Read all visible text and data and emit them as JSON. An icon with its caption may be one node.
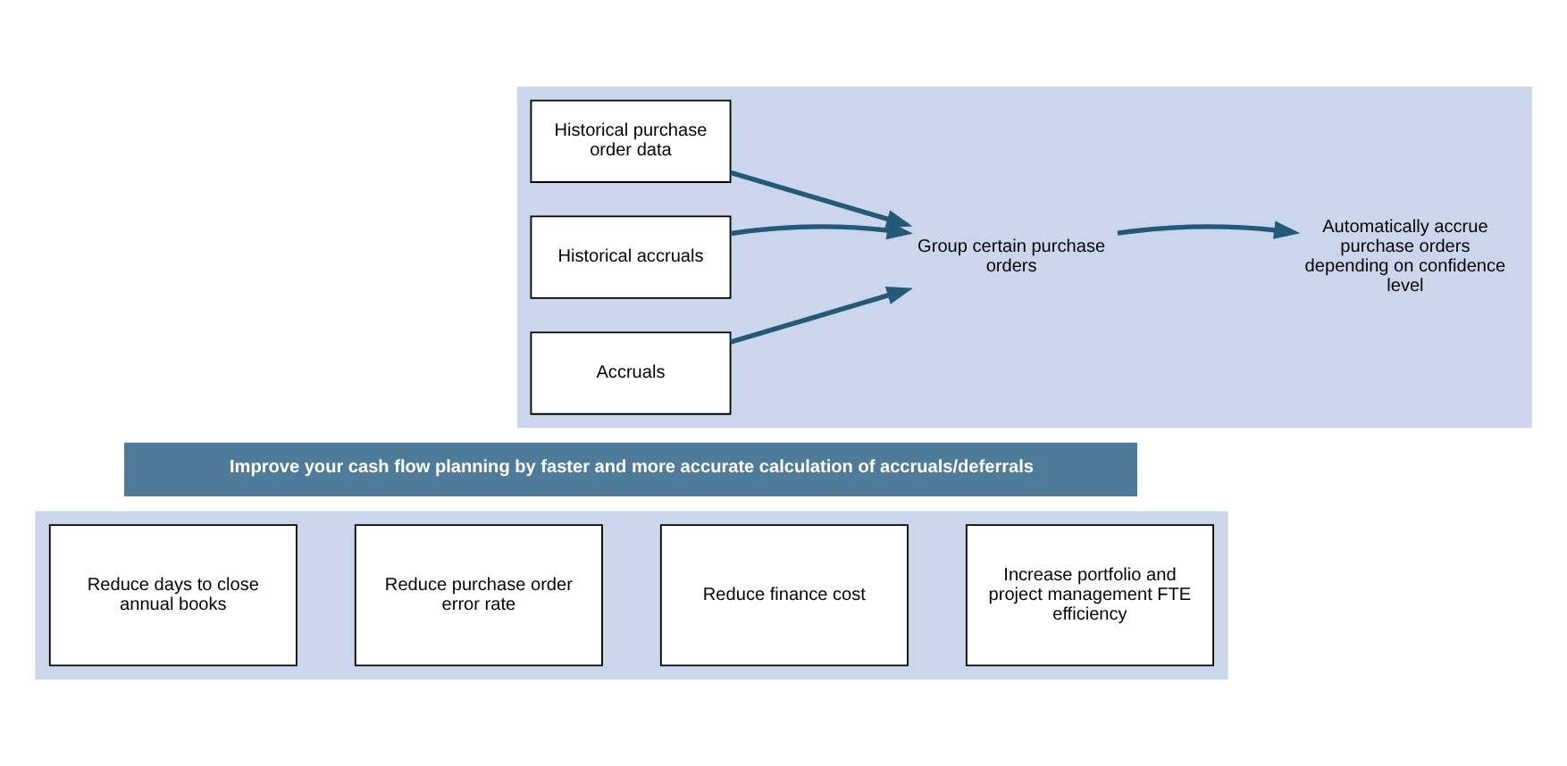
{
  "diagram": {
    "nodes": [
      {
        "text": [],
        "shape": "box"
      },
      {
        "text": [
          "Historical purchase order data"
        ],
        "in": 0
      },
      {
        "text": [
          "Historical accruals"
        ],
        "in": 0
      },
      {
        "text": [
          "Accruals"
        ],
        "in": 0
      },
      {
        "text": [
          "Group certain purchase orders"
        ],
        "in": 0
      },
      {
        "text": [
          "Automatically accrue purchase orders depending on confidence level"
        ],
        "in": 0
      },
      {
        "text": [
          "Improve your cash flow planning by faster and more accurate calculation of accruals/deferrals"
        ]
      },
      {
        "text": [],
        "shape": "box"
      },
      {
        "text": [
          "Reduce days to close annual books"
        ],
        "in": 7
      },
      {
        "text": [
          "Reduce purchase order error rate"
        ],
        "in": 7
      },
      {
        "text": [
          "Reduce finance cost"
        ],
        "in": 7
      },
      {
        "text": [
          "Increase portfolio and project management FTE efficiency"
        ],
        "in": 7
      }
    ],
    "edges": [
      {
        "from": 1,
        "to": 4,
        "arrow": "to"
      },
      {
        "from": 2,
        "to": 4,
        "arrow": "to"
      },
      {
        "from": 3,
        "to": 4,
        "arrow": "to"
      },
      {
        "from": 4,
        "to": 5,
        "arrow": "to"
      }
    ]
  }
}
